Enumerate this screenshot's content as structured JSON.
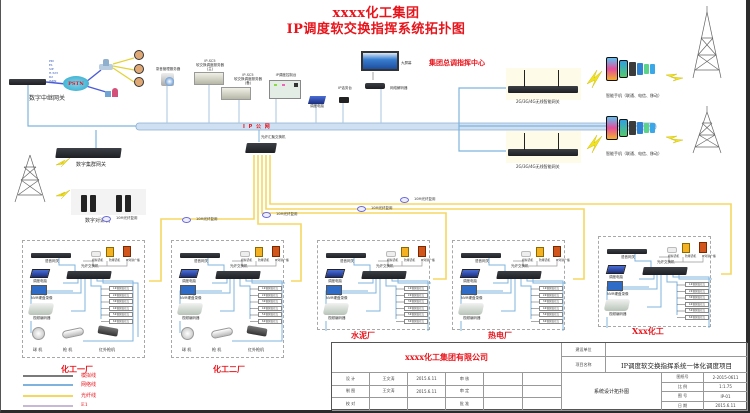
{
  "title": {
    "line1": "xxxx化工集团",
    "line2": "IP调度软交换指挥系统拓扑图"
  },
  "colors": {
    "title_red": "#e8141b",
    "analog_line": "#808080",
    "network_line": "#7fb3dd",
    "fiber_line": "#f5d760",
    "e1_line": "#c7b8d8",
    "backbone": "#c9dcf0"
  },
  "left_top": {
    "pstn_label": "PSTN",
    "gateway_label": "数字中继网关",
    "pstn_interfaces": [
      "PRI",
      "E1",
      "SIP",
      "H.323",
      "R2",
      "ISDN"
    ]
  },
  "center_devices": [
    {
      "id": "record-server",
      "label": "录音管理服务器"
    },
    {
      "id": "dispatch-server-main",
      "label": "IP-SC5\n软交换调度服务器\n(主)"
    },
    {
      "id": "dispatch-server-backup",
      "label": "IP-SC5\n软交换调度服务器\n(备)"
    },
    {
      "id": "dispatch-console",
      "label": "IP调度控制台"
    },
    {
      "id": "laptop",
      "label": "调度电脑"
    },
    {
      "id": "ip-phone",
      "label": "IP话务台"
    },
    {
      "id": "video-wall",
      "label": "大屏幕"
    },
    {
      "id": "decoder",
      "label": "网络解码器"
    }
  ],
  "command_center_label": "集团总调指挥中心",
  "ip_network_label": "I P 公 网",
  "core_switch_label": "光纤汇聚交换机",
  "right": {
    "gateway_label": "2G/3G/4G无线智能网关",
    "phones_label": "智能手机（联通、电信、移动）"
  },
  "left_bottom": {
    "cluster_gateway_label": "数字集群网关",
    "walkie_label": "数字对讲机"
  },
  "fiber_links": [
    {
      "label": "10M光纤复用"
    },
    {
      "label": "10M光纤复用"
    },
    {
      "label": "10M光纤复用"
    },
    {
      "label": "10M光纤复用"
    },
    {
      "label": "10M光纤复用"
    }
  ],
  "plant_template": {
    "media_gateway": "语音网关",
    "switch": "光纤交换机",
    "terminals": [
      "模拟话机",
      "防爆话机",
      "IP对讲广播"
    ],
    "laptop": "调度电脑",
    "dvr": "NVR硬盘录像",
    "encoder": "视频编码器",
    "outputs": [
      "1#视频监控点",
      "2#视频监控点",
      "3#视频监控点",
      "4#视频监控点",
      "5#视频监控点",
      "6#视频监控点"
    ],
    "cameras": [
      "球 机",
      "枪 机",
      "红外枪机"
    ]
  },
  "plants": [
    {
      "name": "化工一厂",
      "has_cameras": true
    },
    {
      "name": "化工二厂",
      "has_cameras": true
    },
    {
      "name": "水泥厂",
      "has_cameras": false
    },
    {
      "name": "热电厂",
      "has_cameras": false
    },
    {
      "name": "Xxx化工",
      "has_cameras": false
    }
  ],
  "legend": [
    {
      "label": "模拟线",
      "color": "#7a7a7a"
    },
    {
      "label": "网络线",
      "color": "#7fb3dd"
    },
    {
      "label": "光纤线",
      "color": "#f5d760"
    },
    {
      "label": "E1",
      "color": "#c7b8d8"
    }
  ],
  "title_block": {
    "company": "xxxx化工集团有限公司",
    "build_unit_label": "建设单位",
    "build_unit_value": "",
    "project_name_label": "项目名称",
    "project_name": "IP调度软交换指挥系统一体化调度项目",
    "drawing_name": "系统设计拓扑图",
    "sign_rows": [
      {
        "role": "设 计",
        "name": "王文涛",
        "date": "2015.6.11",
        "role2": "审 核",
        "v1": "",
        "v2": ""
      },
      {
        "role": "制 图",
        "name": "王文涛",
        "date": "2015.6.11",
        "role2": "审 定",
        "v1": "",
        "v2": ""
      },
      {
        "role": "校 对",
        "name": "",
        "date": "",
        "role2": "批 准",
        "v1": "",
        "v2": ""
      }
    ],
    "meta_rows": [
      {
        "label": "图纸号",
        "value": "2-2015-0611"
      },
      {
        "label": "比 例",
        "value": "1:1.75"
      },
      {
        "label": "图 号",
        "value": "IP-01"
      },
      {
        "label": "日 期",
        "value": "2015.6.11"
      }
    ]
  }
}
